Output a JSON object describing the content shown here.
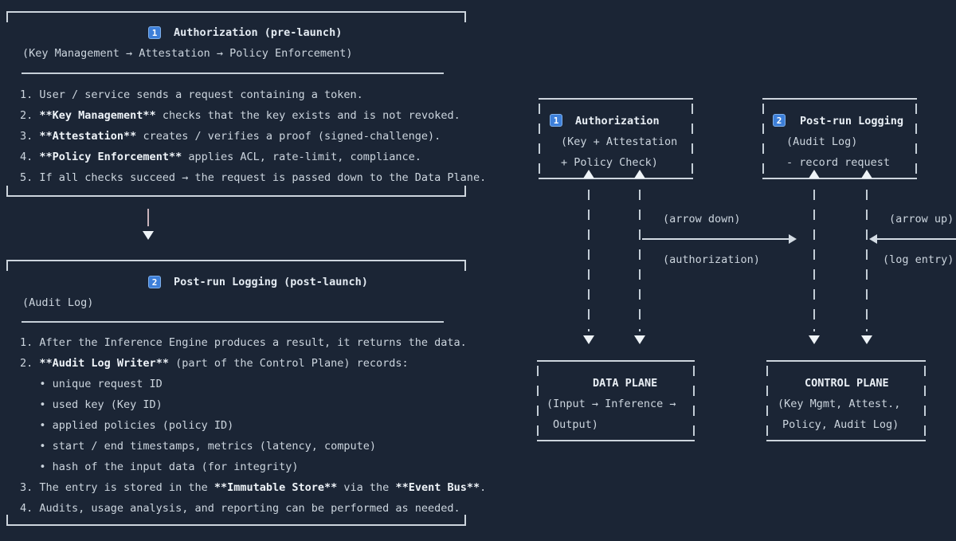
{
  "colors": {
    "background": "#1b2535",
    "text": "#ccd5de",
    "bold_text": "#eef3f8",
    "line": "#cdd5dd",
    "badge_blue": "#3d7fd9"
  },
  "auth_section": {
    "badge": "1",
    "title": "Authorization (pre-launch)",
    "subtitle": "(Key Management → Attestation → Policy Enforcement)",
    "items": [
      "1. User / service sends a request containing a token.",
      "2. **Key Management** checks that the key exists and is not revoked.",
      "3. **Attestation** creates / verifies a proof (signed-challenge).",
      "4. **Policy Enforcement** applies ACL, rate-limit, compliance.",
      "5. If all checks succeed → the request is passed down to the Data Plane."
    ]
  },
  "logging_section": {
    "badge": "2",
    "title": "Post-run Logging (post-launch)",
    "subtitle": "(Audit Log)",
    "items": [
      "1. After the Inference Engine produces a result, it returns the data.",
      "2. **Audit Log Writer** (part of the Control Plane) records:",
      "   • unique request ID",
      "   • used key (Key ID)",
      "   • applied policies (policy ID)",
      "   • start / end timestamps, metrics (latency, compute)",
      "   • hash of the input data (for integrity)",
      "3. The entry is stored in the **Immutable Store** via the **Event Bus**.",
      "4. Audits, usage analysis, and reporting can be performed as needed."
    ]
  },
  "diagram": {
    "auth_box": {
      "badge": "1",
      "title": "Authorization",
      "line2": "(Key + Attestation",
      "line3": "+ Policy Check)"
    },
    "logging_box": {
      "badge": "2",
      "title": "Post-run Logging",
      "line2": "(Audit Log)",
      "line3": "- record request"
    },
    "data_plane_box": {
      "title": "DATA PLANE",
      "line2": "(Input → Inference →",
      "line3": "Output)"
    },
    "control_plane_box": {
      "title": "CONTROL PLANE",
      "line2": "(Key Mgmt, Attest.,",
      "line3": "Policy, Audit Log)"
    },
    "labels": {
      "arrow_down": "(arrow down)",
      "authorization": "(authorization)",
      "arrow_up": "(arrow up)",
      "log_entry": "(log entry)"
    }
  }
}
